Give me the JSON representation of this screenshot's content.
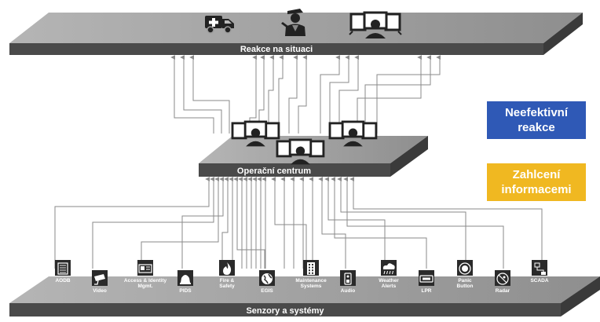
{
  "top_plate": {
    "label": "Reakce na situaci"
  },
  "middle_plate": {
    "label": "Operační centrum"
  },
  "bottom_plate": {
    "label": "Senzory a systémy"
  },
  "callouts": [
    {
      "line1": "Neefektivní",
      "line2": "reakce",
      "color": "#2f59b6"
    },
    {
      "line1": "Zahlcení",
      "line2": "informacemi",
      "color": "#f0b821"
    }
  ],
  "top_icons": [
    "ambulance-icon",
    "police-officer-icon",
    "operator-workstation-icon"
  ],
  "middle_icons": [
    "operator-workstation-icon",
    "operator-workstation-icon",
    "operator-workstation-icon"
  ],
  "sensors": [
    {
      "icon": "document-icon",
      "label": [
        "AODB"
      ]
    },
    {
      "icon": "cctv-camera-icon",
      "label": [
        "Video"
      ]
    },
    {
      "icon": "id-card-icon",
      "label": [
        "Access & Identity",
        "Mgmt."
      ]
    },
    {
      "icon": "alarm-bell-icon",
      "label": [
        "PIDS"
      ]
    },
    {
      "icon": "fire-icon",
      "label": [
        "Fire &",
        "Safety"
      ]
    },
    {
      "icon": "globe-icon",
      "label": [
        "EGIS"
      ]
    },
    {
      "icon": "building-icon",
      "label": [
        "Maintenance",
        "Systems"
      ]
    },
    {
      "icon": "intercom-icon",
      "label": [
        "Audio"
      ]
    },
    {
      "icon": "weather-cloud-icon",
      "label": [
        "Weather",
        "Alerts"
      ]
    },
    {
      "icon": "license-plate-icon",
      "label": [
        "LPR"
      ]
    },
    {
      "icon": "panic-button-icon",
      "label": [
        "Panic",
        "Button"
      ]
    },
    {
      "icon": "radar-icon",
      "label": [
        "Radar"
      ]
    },
    {
      "icon": "scada-network-icon",
      "label": [
        "SCADA"
      ]
    }
  ],
  "colors": {
    "plate_top": "#9c9c9c",
    "plate_front": "#4a4a4a",
    "arrow": "#8a8a8a"
  }
}
